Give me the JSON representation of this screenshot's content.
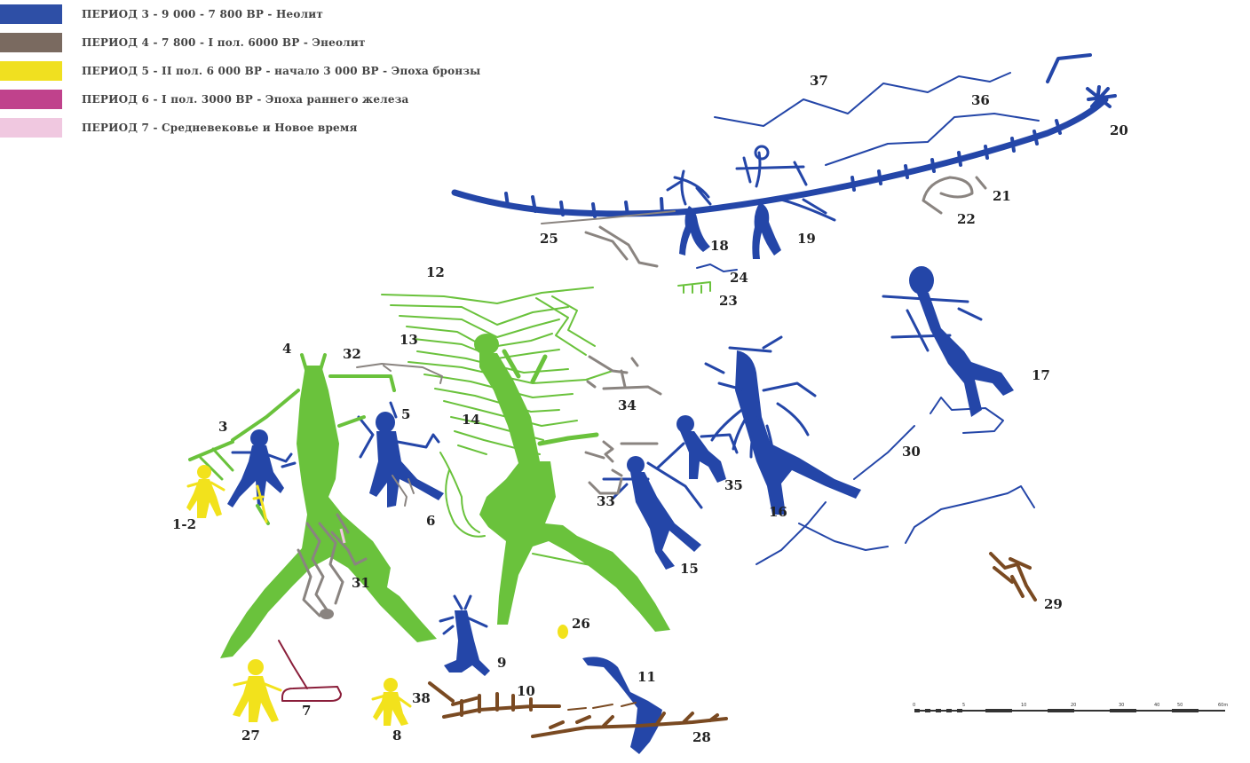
{
  "legend": {
    "items": [
      {
        "label": "ПЕРИОД 3 - 9 000 - 7 800 ВР  - Неолит",
        "color": "#2e4fa6"
      },
      {
        "label": "ПЕРИОД 4 - 7 800 - I пол. 6000 ВР - Энеолит",
        "color": "#7a6a60"
      },
      {
        "label": "ПЕРИОД 5 - II пол. 6 000 ВР - начало 3 000 ВР - Эпоха бронзы",
        "color": "#f0e020"
      },
      {
        "label": "ПЕРИОД 6 - I пол. 3000 ВР - Эпоха раннего железа",
        "color": "#c0428c"
      },
      {
        "label": "ПЕРИОД 7 -  Средневековье и Новое время",
        "color": "#f0c8e0"
      }
    ]
  },
  "colors": {
    "neolithic_blue": "#2446a8",
    "eneolithic_brown": "#7a4a22",
    "eneolithic_gray": "#8a8480",
    "bronze_yellow": "#f2e21c",
    "iron_maroon": "#8a1e3a",
    "green": "#6ac23c"
  },
  "figure_labels": [
    "1-2",
    "3",
    "4",
    "5",
    "6",
    "7",
    "8",
    "9",
    "10",
    "11",
    "12",
    "13",
    "14",
    "15",
    "16",
    "17",
    "18",
    "19",
    "20",
    "21",
    "22",
    "23",
    "24",
    "25",
    "26",
    "27",
    "28",
    "29",
    "30",
    "31",
    "32",
    "33",
    "34",
    "35",
    "36",
    "37",
    "38"
  ],
  "scale": {
    "ticks": [
      "0",
      "5",
      "10",
      "20",
      "30",
      "40",
      "50",
      "60m"
    ]
  }
}
